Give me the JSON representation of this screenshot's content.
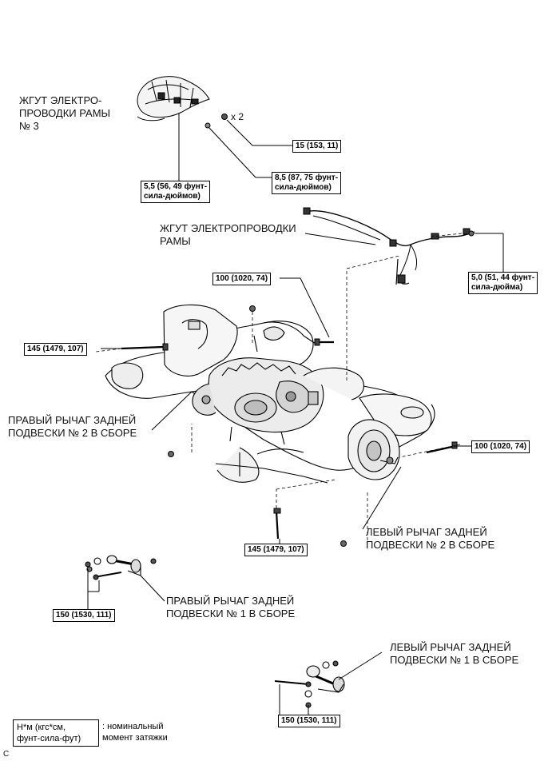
{
  "labels": {
    "frame_wire_3": [
      "ЖГУТ ЭЛЕКТРО-",
      "ПРОВОДКИ РАМЫ",
      "№ 3"
    ],
    "frame_wire": [
      "ЖГУТ ЭЛЕКТРОПРОВОДКИ",
      "РАМЫ"
    ],
    "right_arm_2": [
      "ПРАВЫЙ РЫЧАГ ЗАДНЕЙ",
      "ПОДВЕСКИ № 2 В СБОРЕ"
    ],
    "left_arm_2": [
      "ЛЕВЫЙ РЫЧАГ ЗАДНЕЙ",
      "ПОДВЕСКИ № 2 В СБОРЕ"
    ],
    "right_arm_1": [
      "ПРАВЫЙ РЫЧАГ ЗАДНЕЙ",
      "ПОДВЕСКИ № 1 В СБОРЕ"
    ],
    "left_arm_1": [
      "ЛЕВЫЙ РЫЧАГ ЗАДНЕЙ",
      "ПОДВЕСКИ № 1 В СБОРЕ"
    ],
    "x2": "x 2",
    "corner": "C"
  },
  "torque": {
    "t15": "15 (153, 11)",
    "t55": [
      "5,5 (56, 49 фунт-",
      "сила-дюймов)"
    ],
    "t85": [
      "8,5 (87, 75 фунт-",
      "сила-дюймов)"
    ],
    "t50": [
      "5,0 (51, 44 фунт-",
      "сила-дюйма)"
    ],
    "t100a": "100 (1020, 74)",
    "t145a": "145 (1479, 107)",
    "t100b": "100 (1020, 74)",
    "t145b": "145 (1479, 107)",
    "t150a": "150 (1530, 111)",
    "t150b": "150 (1530, 111)"
  },
  "legend": {
    "box": [
      "Н*м (кгс*см,",
      "фунт-сила-фут)"
    ],
    "text": [
      ": номинальный",
      "момент затяжки"
    ]
  }
}
